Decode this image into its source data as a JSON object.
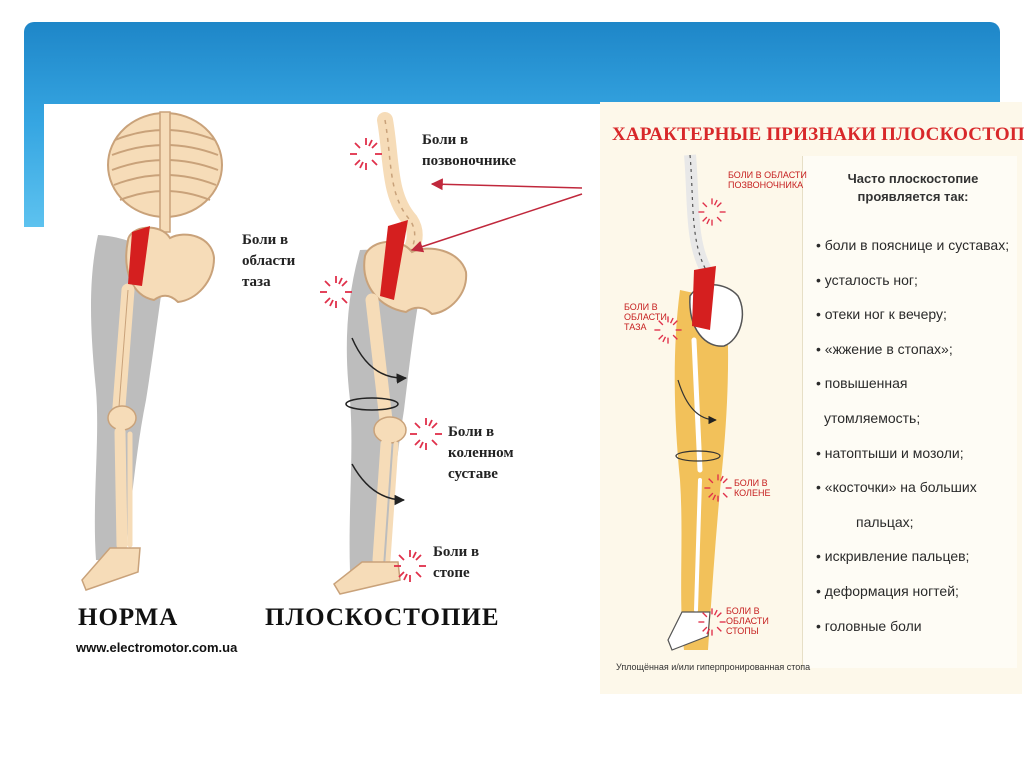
{
  "left": {
    "labels": {
      "spine_pain": "Боли в\nпозвоночнике",
      "pelvis_pain": "Боли в\nобласти\nтаза",
      "knee_pain": "Боли в\nколенном\nсуставе",
      "foot_pain": "Боли в\nстопе"
    },
    "caption_norm": "НОРМА",
    "caption_flat": "ПЛОСКОСТОПИЕ",
    "website": "www.electromotor.com.ua"
  },
  "right": {
    "title": "ХАРАКТЕРНЫЕ ПРИЗНАКИ ПЛОСКОСТОПИЯ",
    "subtitle": "Часто плоскостопие\nпроявляется так:",
    "symptoms": [
      "• боли в пояснице и суставах;",
      "• усталость ног;",
      "• отеки ног к  вечеру;",
      "• «жжение в стопах»;",
      "• повышенная",
      "утомляемость;",
      "• натоптыши и мозоли;",
      "• «косточки» на больших",
      "пальцах;",
      "• искривление пальцев;",
      "• деформация ногтей;",
      "• головные боли"
    ],
    "small_labels": {
      "spine": "БОЛИ В ОБЛАСТИ\nПОЗВОНОЧНИКА",
      "pelvis": "БОЛИ В\nОБЛАСТИ\nТАЗА",
      "knee": "БОЛИ В\nКОЛЕНЕ",
      "foot": "БОЛИ В\nОБЛАСТИ\nСТОПЫ"
    },
    "caption": "Уплощённая и/или гиперпронированная стопа"
  },
  "colors": {
    "header_blue": "#2c9ad8",
    "bone": "#f6dcb8",
    "shadow_leg": "#bdbdbd",
    "muscle_red": "#d51f1f",
    "pain_red": "#e0304a",
    "title_red": "#d8282a",
    "leg_yellow": "#f2c15a"
  }
}
